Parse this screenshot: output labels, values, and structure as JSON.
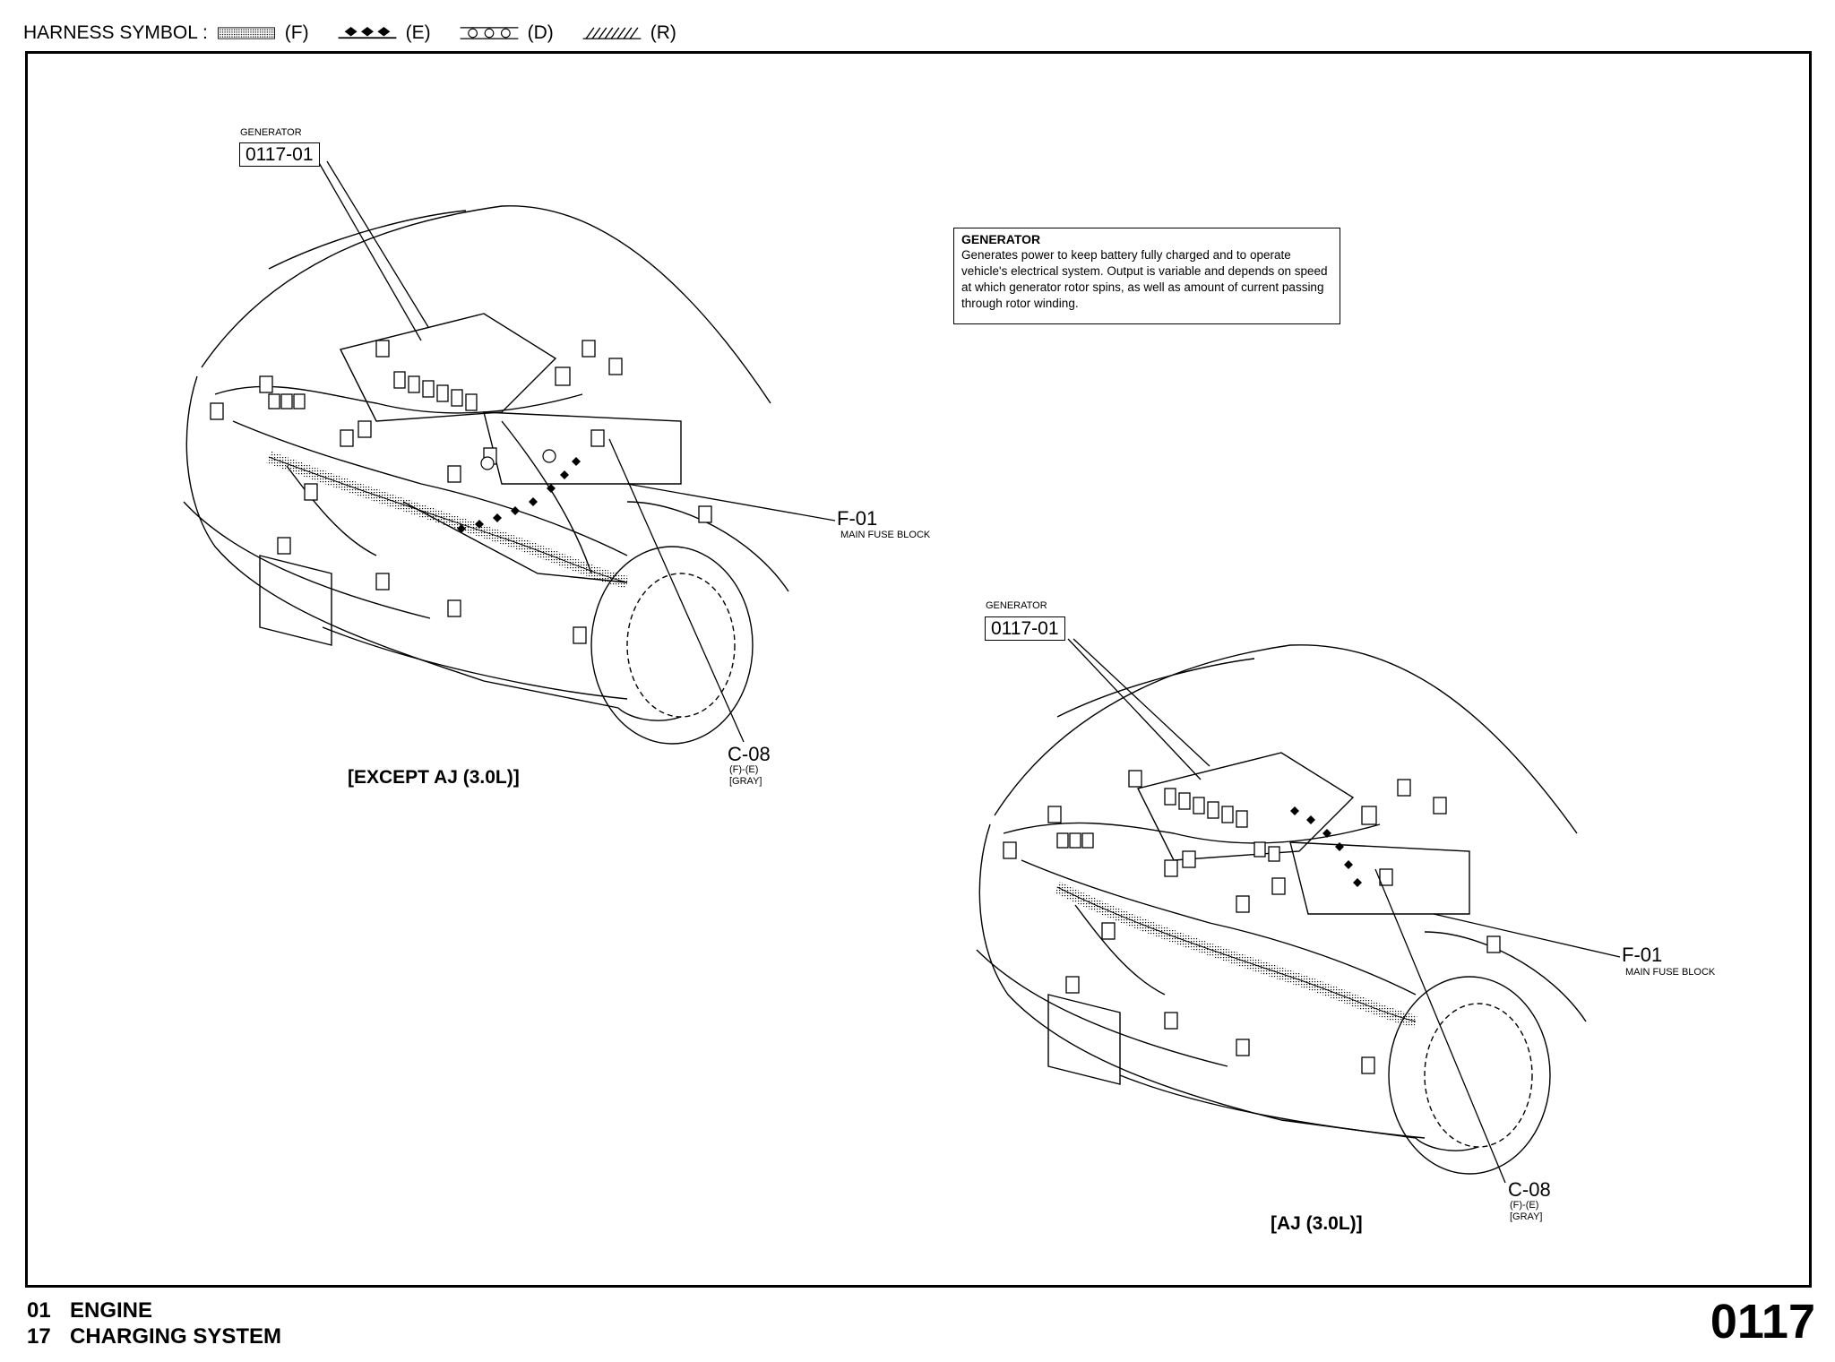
{
  "legend": {
    "label": "HARNESS SYMBOL :",
    "items": [
      {
        "code": "(F)",
        "icon": "dotted-band"
      },
      {
        "code": "(E)",
        "icon": "diamond-band"
      },
      {
        "code": "(D)",
        "icon": "circle-band"
      },
      {
        "code": "(R)",
        "icon": "hatched-band"
      }
    ]
  },
  "description": {
    "title": "GENERATOR",
    "text": "Generates power to keep battery fully charged and to operate vehicle's electrical system. Output is variable and depends on speed at which generator rotor spins, as well as amount of current passing through rotor winding."
  },
  "left_view": {
    "variant": "[EXCEPT AJ (3.0L)]",
    "generator_caption": "GENERATOR",
    "generator_code": "0117-01",
    "fuse_code": "F-01",
    "fuse_name": "MAIN FUSE BLOCK",
    "conn_code": "C-08",
    "conn_harness": "(F)-(E)",
    "conn_color": "[GRAY]"
  },
  "right_view": {
    "variant": "[AJ (3.0L)]",
    "generator_caption": "GENERATOR",
    "generator_code": "0117-01",
    "fuse_code": "F-01",
    "fuse_name": "MAIN FUSE BLOCK",
    "conn_code": "C-08",
    "conn_harness": "(F)-(E)",
    "conn_color": "[GRAY]"
  },
  "footer": {
    "line1_num": "01",
    "line1_text": "ENGINE",
    "line2_num": "17",
    "line2_text": "CHARGING SYSTEM",
    "page_number": "0117"
  }
}
